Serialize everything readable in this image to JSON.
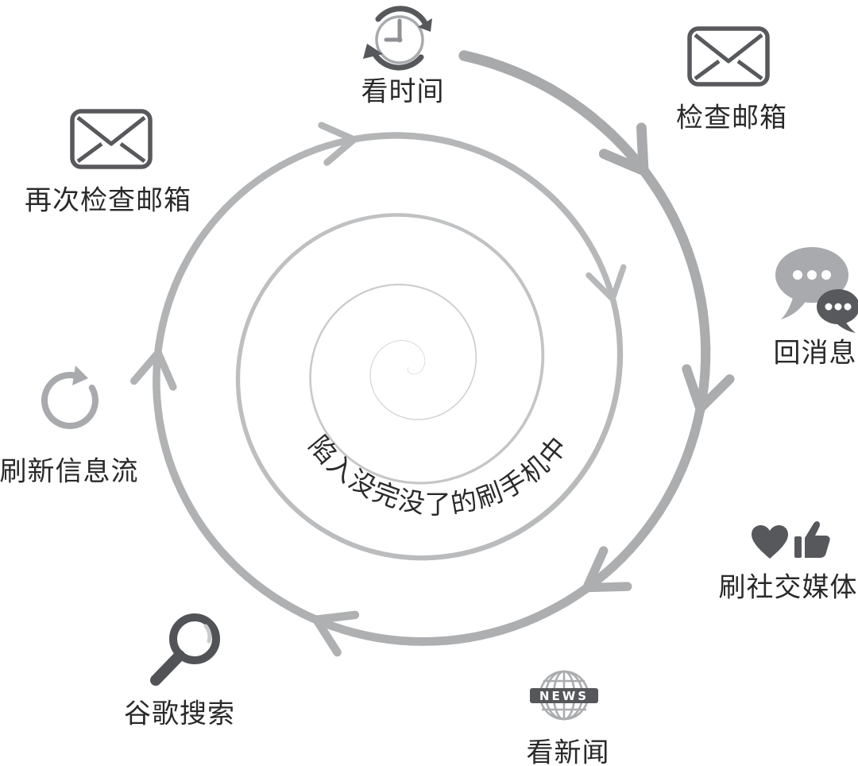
{
  "center_text": "陷入没完没了的刷手机中",
  "news_badge": "NEWS",
  "colors": {
    "spiral_outer": "#a8aaad",
    "spiral_inner": "#d7d8da",
    "icon_dark": "#56585c",
    "icon_light": "#a8aaad",
    "label_text": "#29292b"
  },
  "nodes": [
    {
      "id": "check-time",
      "label": "看时间",
      "icon": "clock-refresh-icon"
    },
    {
      "id": "check-email",
      "label": "检查邮箱",
      "icon": "envelope-icon"
    },
    {
      "id": "reply-messages",
      "label": "回消息",
      "icon": "chat-bubbles-icon"
    },
    {
      "id": "browse-social",
      "label": "刷社交媒体",
      "icon": "heart-thumbsup-icon"
    },
    {
      "id": "read-news",
      "label": "看新闻",
      "icon": "news-globe-icon"
    },
    {
      "id": "google-search",
      "label": "谷歌搜索",
      "icon": "magnifier-icon"
    },
    {
      "id": "refresh-feed",
      "label": "刷新信息流",
      "icon": "refresh-icon"
    },
    {
      "id": "check-email-again",
      "label": "再次检查邮箱",
      "icon": "envelope-icon"
    }
  ]
}
